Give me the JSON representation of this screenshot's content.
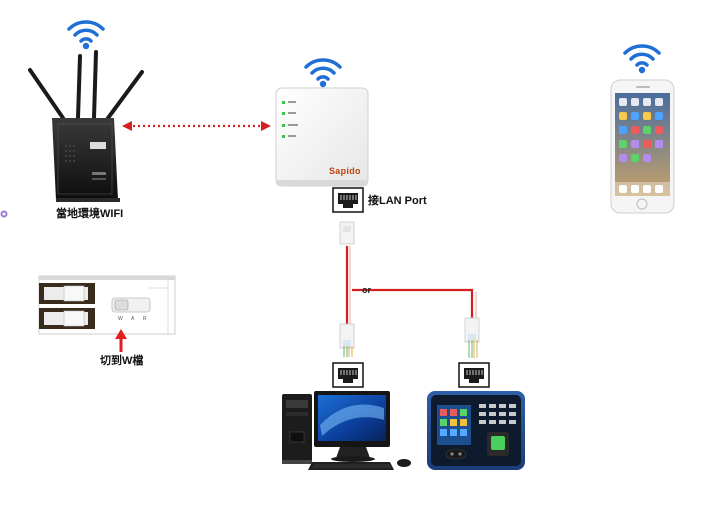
{
  "labels": {
    "router": "當地環境WIFI",
    "lan_port": "接LAN Port",
    "switch_mode": "切到W檔",
    "or": "or"
  },
  "device": {
    "brand": "Sapido",
    "switch_marks": [
      "W",
      "A",
      "R"
    ]
  },
  "colors": {
    "cable": "#d42020",
    "link_dots": "#d42020",
    "wifi": "#1e6fd6",
    "arrow": "#e11d1d"
  }
}
